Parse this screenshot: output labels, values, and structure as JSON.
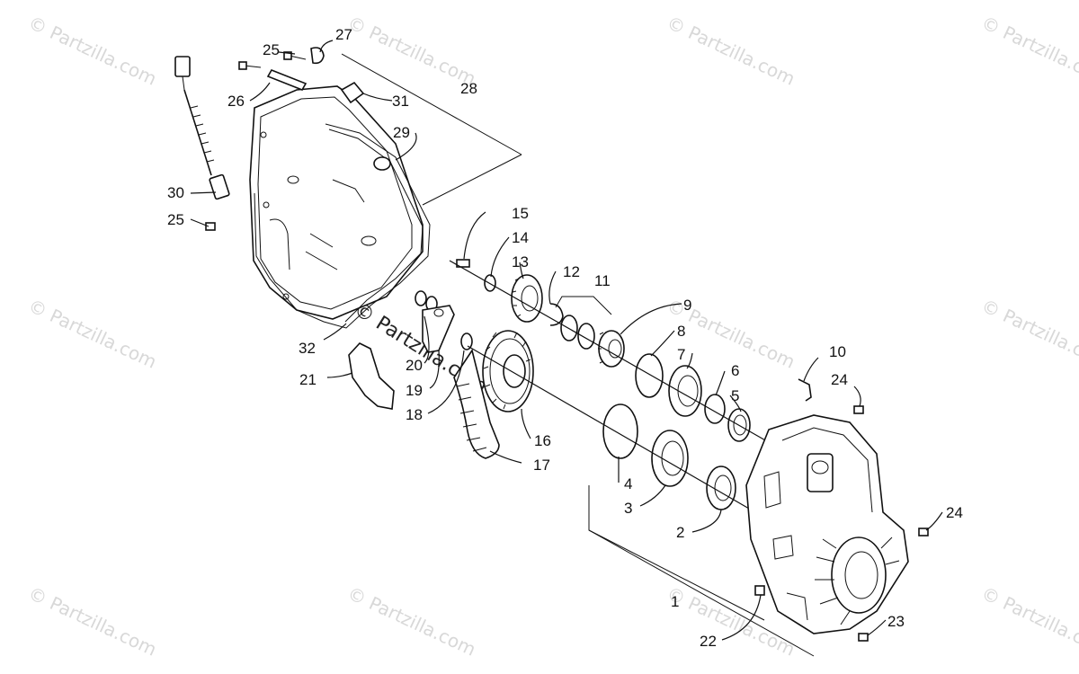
{
  "watermark": {
    "text": "© Partzilla.com"
  },
  "callouts": [
    {
      "id": "c1",
      "label": "1"
    },
    {
      "id": "c2",
      "label": "2"
    },
    {
      "id": "c3",
      "label": "3"
    },
    {
      "id": "c4",
      "label": "4"
    },
    {
      "id": "c5",
      "label": "5"
    },
    {
      "id": "c6",
      "label": "6"
    },
    {
      "id": "c7",
      "label": "7"
    },
    {
      "id": "c8",
      "label": "8"
    },
    {
      "id": "c9",
      "label": "9"
    },
    {
      "id": "c10",
      "label": "10"
    },
    {
      "id": "c11",
      "label": "11"
    },
    {
      "id": "c12",
      "label": "12"
    },
    {
      "id": "c13",
      "label": "13"
    },
    {
      "id": "c14",
      "label": "14"
    },
    {
      "id": "c15",
      "label": "15"
    },
    {
      "id": "c16",
      "label": "16"
    },
    {
      "id": "c17",
      "label": "17"
    },
    {
      "id": "c18",
      "label": "18"
    },
    {
      "id": "c19",
      "label": "19"
    },
    {
      "id": "c20",
      "label": "20"
    },
    {
      "id": "c21",
      "label": "21"
    },
    {
      "id": "c22",
      "label": "22"
    },
    {
      "id": "c23",
      "label": "23"
    },
    {
      "id": "c24a",
      "label": "24"
    },
    {
      "id": "c24b",
      "label": "24"
    },
    {
      "id": "c25a",
      "label": "25"
    },
    {
      "id": "c25b",
      "label": "25"
    },
    {
      "id": "c26",
      "label": "26"
    },
    {
      "id": "c27",
      "label": "27"
    },
    {
      "id": "c28",
      "label": "28"
    },
    {
      "id": "c29",
      "label": "29"
    },
    {
      "id": "c30",
      "label": "30"
    },
    {
      "id": "c31",
      "label": "31"
    },
    {
      "id": "c32",
      "label": "32"
    }
  ]
}
